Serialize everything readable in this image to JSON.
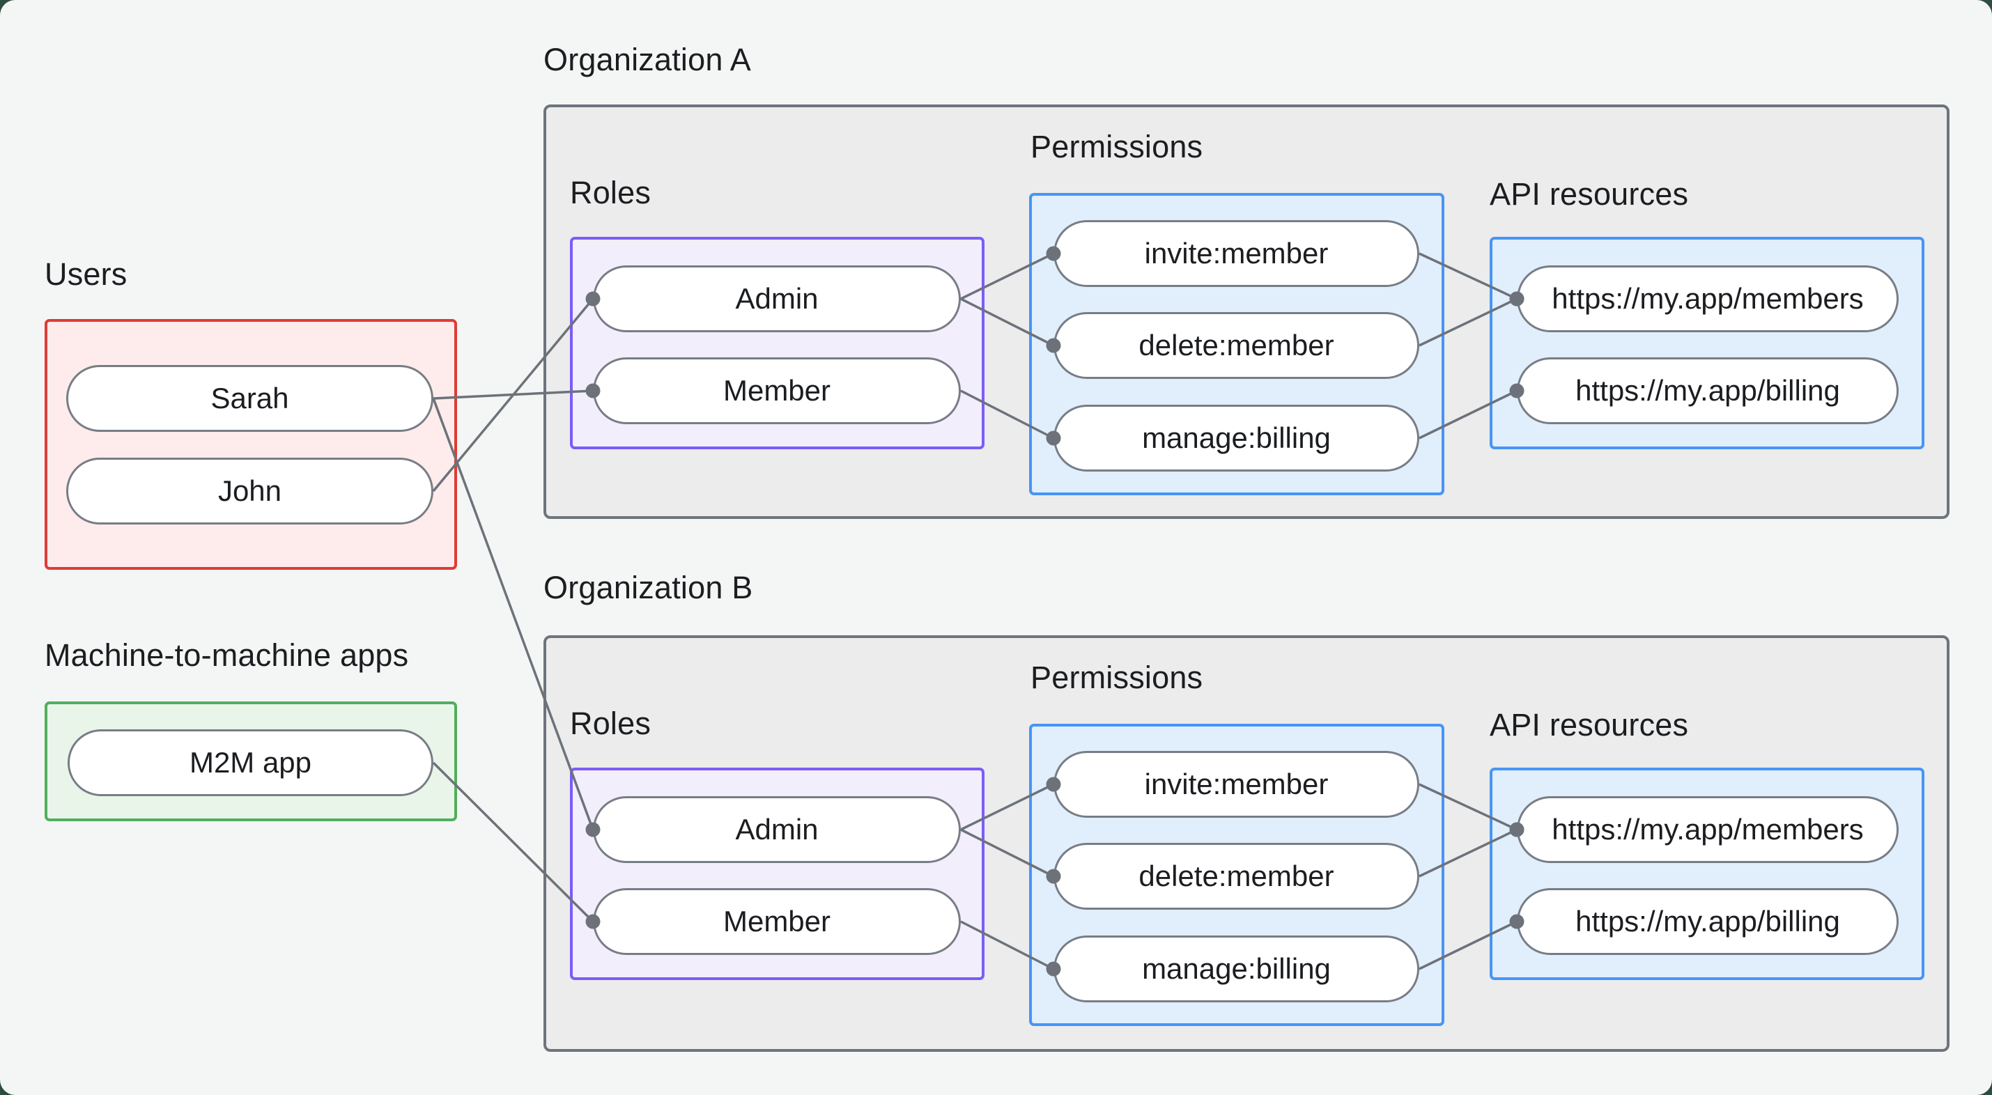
{
  "palette": {
    "frame_bg": "#2e4d3e",
    "canvas_bg": "#f4f6f5",
    "text": "#1b1d20",
    "gray_border": "#6e747d",
    "gray_fill": "#ececec",
    "red_border": "#df3b35",
    "red_fill": "#fdeceb",
    "green_border": "#52ae5e",
    "green_fill": "#eaf5ea",
    "purple_border": "#7c5cf8",
    "purple_fill": "#f3eefc",
    "blue_border": "#4795f6",
    "blue_fill": "#e1eefc",
    "pill_border": "#777d85",
    "pill_bg": "#ffffff",
    "line": "#6d727a"
  },
  "users_section": {
    "title": "Users",
    "users": [
      {
        "id": "sarah",
        "label": "Sarah"
      },
      {
        "id": "john",
        "label": "John"
      }
    ]
  },
  "m2m_section": {
    "title": "Machine-to-machine apps",
    "apps": [
      {
        "id": "m2m",
        "label": "M2M app"
      }
    ]
  },
  "organizations": [
    {
      "id": "org-a",
      "title": "Organization A",
      "roles_title": "Roles",
      "permissions_title": "Permissions",
      "api_title": "API resources",
      "roles": [
        {
          "id": "admin-a",
          "label": "Admin"
        },
        {
          "id": "member-a",
          "label": "Member"
        }
      ],
      "permissions": [
        {
          "id": "invite-a",
          "label": "invite:member"
        },
        {
          "id": "delete-a",
          "label": "delete:member"
        },
        {
          "id": "manage-a",
          "label": "manage:billing"
        }
      ],
      "api_resources": [
        {
          "id": "members-a",
          "label": "https://my.app/members"
        },
        {
          "id": "billing-a",
          "label": "https://my.app/billing"
        }
      ]
    },
    {
      "id": "org-b",
      "title": "Organization B",
      "roles_title": "Roles",
      "permissions_title": "Permissions",
      "api_title": "API resources",
      "roles": [
        {
          "id": "admin-b",
          "label": "Admin"
        },
        {
          "id": "member-b",
          "label": "Member"
        }
      ],
      "permissions": [
        {
          "id": "invite-b",
          "label": "invite:member"
        },
        {
          "id": "delete-b",
          "label": "delete:member"
        },
        {
          "id": "manage-b",
          "label": "manage:billing"
        }
      ],
      "api_resources": [
        {
          "id": "members-b",
          "label": "https://my.app/members"
        },
        {
          "id": "billing-b",
          "label": "https://my.app/billing"
        }
      ]
    }
  ],
  "edges": [
    {
      "from": "sarah",
      "to": "member-a"
    },
    {
      "from": "john",
      "to": "admin-a"
    },
    {
      "from": "sarah",
      "to": "admin-b"
    },
    {
      "from": "m2m",
      "to": "member-b"
    },
    {
      "from": "admin-a",
      "to": "invite-a"
    },
    {
      "from": "admin-a",
      "to": "delete-a"
    },
    {
      "from": "member-a",
      "to": "manage-a"
    },
    {
      "from": "invite-a",
      "to": "members-a"
    },
    {
      "from": "delete-a",
      "to": "members-a"
    },
    {
      "from": "manage-a",
      "to": "billing-a"
    },
    {
      "from": "admin-b",
      "to": "invite-b"
    },
    {
      "from": "admin-b",
      "to": "delete-b"
    },
    {
      "from": "member-b",
      "to": "manage-b"
    },
    {
      "from": "invite-b",
      "to": "members-b"
    },
    {
      "from": "delete-b",
      "to": "members-b"
    },
    {
      "from": "manage-b",
      "to": "billing-b"
    }
  ]
}
